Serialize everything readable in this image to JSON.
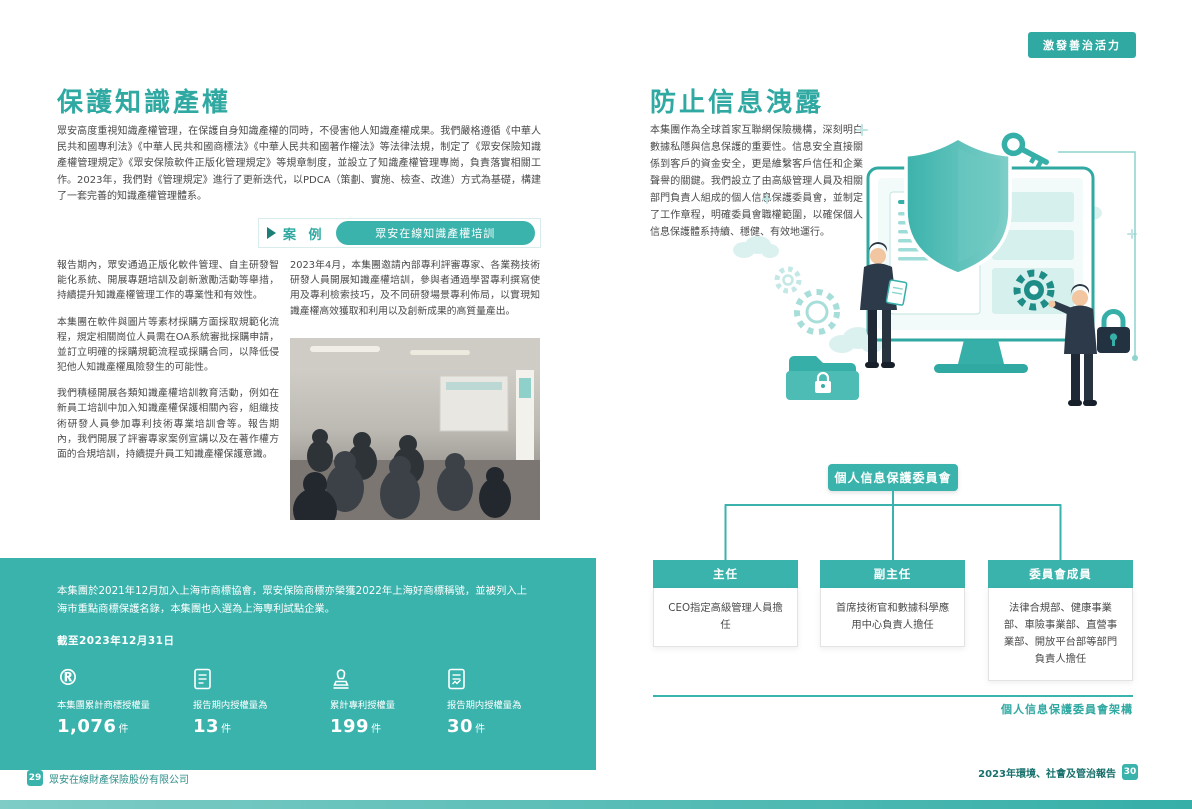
{
  "accent": "#2FA9A2",
  "badge": {
    "label": "激發善治活力"
  },
  "left_page": {
    "title": "保護知識產權",
    "intro": "眾安高度重視知識產權管理，在保護自身知識產權的同時，不侵害他人知識產權成果。我們嚴格遵循《中華人民共和國專利法》《中華人民共和國商標法》《中華人民共和國著作權法》等法律法規，制定了《眾安保險知識產權管理規定》《眾安保險軟件正版化管理規定》等規章制度，並設立了知識產權管理專崗，負責落實相關工作。2023年，我們對《管理規定》進行了更新迭代，以PDCA（策劃、實施、檢查、改進）方式為基礎，構建了一套完善的知識產權管理體系。",
    "paragraphs": [
      "報告期內，眾安通過正版化軟件管理、自主研發智能化系統、開展專題培訓及創新激勵活動等舉措，持續提升知識產權管理工作的專業性和有效性。",
      "本集團在軟件與圖片等素材採購方面採取規範化流程，規定相關崗位人員需在OA系統審批採購申請，並訂立明確的採購規範流程或採購合同，以降低侵犯他人知識產權風險發生的可能性。",
      "我們積極開展各類知識產權培訓教育活動，例如在新員工培訓中加入知識產權保護相關內容，組織技術研發人員參加專利技術專業培訓會等。報告期內，我們開展了評審專家案例宣講以及在著作權方面的合規培訓，持續提升員工知識產權保護意識。"
    ],
    "case": {
      "label": "案 例",
      "title": "眾安在線知識產權培訓",
      "body": "2023年4月，本集團邀請內部專利評審專家、各業務技術研發人員開展知識產權培訓，參與者通過學習專利撰寫使用及專利檢索技巧，及不同研發場景專利佈局，以實現知識產權高效獲取和利用以及創新成果的高質量產出。"
    },
    "highlight": {
      "text": "本集團於2021年12月加入上海市商標協會，眾安保險商標亦榮獲2022年上海好商標稱號，並被列入上海市重點商標保護名錄，本集團也入選為上海專利試點企業。",
      "as_of": "截至2023年12月31日",
      "stats": [
        {
          "icon": "registered-trademark-icon",
          "label": "本集團累計商標授權量",
          "value": "1,076",
          "unit": "件"
        },
        {
          "icon": "document-icon",
          "label": "报告期内授權量為",
          "value": "13",
          "unit": "件"
        },
        {
          "icon": "patent-stamp-icon",
          "label": "累計專利授權量",
          "value": "199",
          "unit": "件"
        },
        {
          "icon": "report-icon",
          "label": "报告期内授權量為",
          "value": "30",
          "unit": "件"
        }
      ]
    },
    "footer": {
      "page_number": "29",
      "company": "眾安在線財產保險股份有限公司"
    }
  },
  "right_page": {
    "title": "防止信息洩露",
    "intro": "本集團作為全球首家互聯網保險機構，深刻明白數據私隱與信息保護的重要性。信息安全直接關係到客戶的資金安全，更是維繫客戶信任和企業聲譽的關鍵。我們設立了由高級管理人員及相關部門負責人組成的個人信息保護委員會，並制定了工作章程，明確委員會職權範圍，以確保個人信息保護體系持續、穩健、有效地運行。",
    "committee": {
      "title": "個人信息保護委員會",
      "roles": [
        {
          "title": "主任",
          "members": "CEO指定高級管理人員擔任"
        },
        {
          "title": "副主任",
          "members": "首席技術官和數據科學應用中心負責人擔任"
        },
        {
          "title": "委員會成員",
          "members": "法律合規部、健康事業部、車險事業部、直營事業部、開放平台部等部門負責人擔任"
        }
      ],
      "caption": "個人信息保護委員會架構"
    },
    "footer": {
      "report_title": "2023年環境、社會及管治報告",
      "page_number": "30"
    }
  }
}
